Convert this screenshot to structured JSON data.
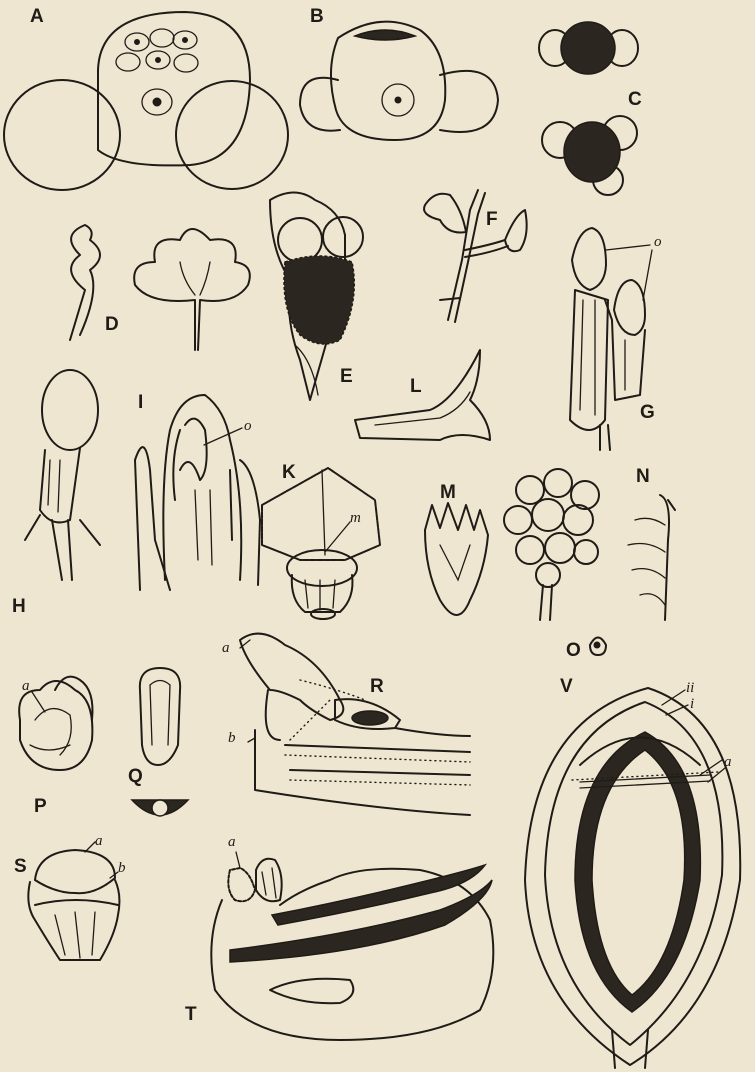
{
  "figure": {
    "panels": [
      "A",
      "B",
      "C",
      "D",
      "E",
      "F",
      "G",
      "H",
      "I",
      "K",
      "L",
      "M",
      "N",
      "O",
      "P",
      "Q",
      "R",
      "S",
      "T",
      "V"
    ],
    "annotations": {
      "g_o": "o",
      "i_o": "o",
      "k_m": "m",
      "p_a": "a",
      "r_a": "a",
      "r_b": "b",
      "s_a": "a",
      "s_b": "b",
      "t_a": "a",
      "v_ii": "ii",
      "v_i": "i",
      "v_a": "a"
    },
    "colors": {
      "paper": "#efe6d2",
      "ink": "#1f1b16"
    }
  }
}
